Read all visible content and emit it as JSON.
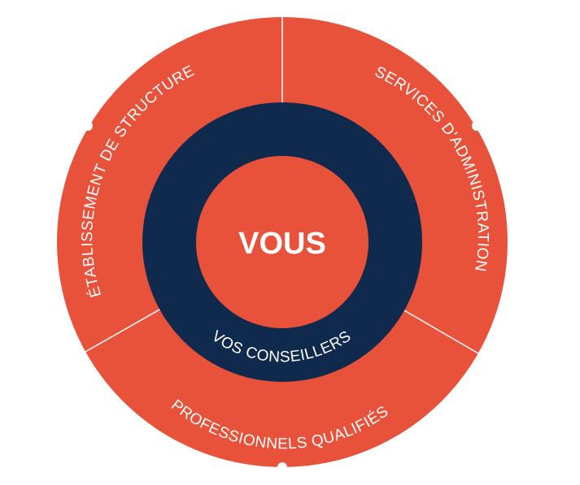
{
  "center": {
    "label": "VOUS"
  },
  "inner_ring": {
    "label": "VOS CONSEILLERS"
  },
  "outer_segments": [
    {
      "label": "ÉTABLISSEMENT DE STRUCTURE"
    },
    {
      "label": "SERVICES D'ADMINISTRATION"
    },
    {
      "label": "PROFESSIONNELS QUALIFIÉS"
    }
  ],
  "colors": {
    "outer": "#e8513a",
    "ring": "#0f2a4d",
    "core": "#e8513a",
    "divider": "#ffffff"
  }
}
